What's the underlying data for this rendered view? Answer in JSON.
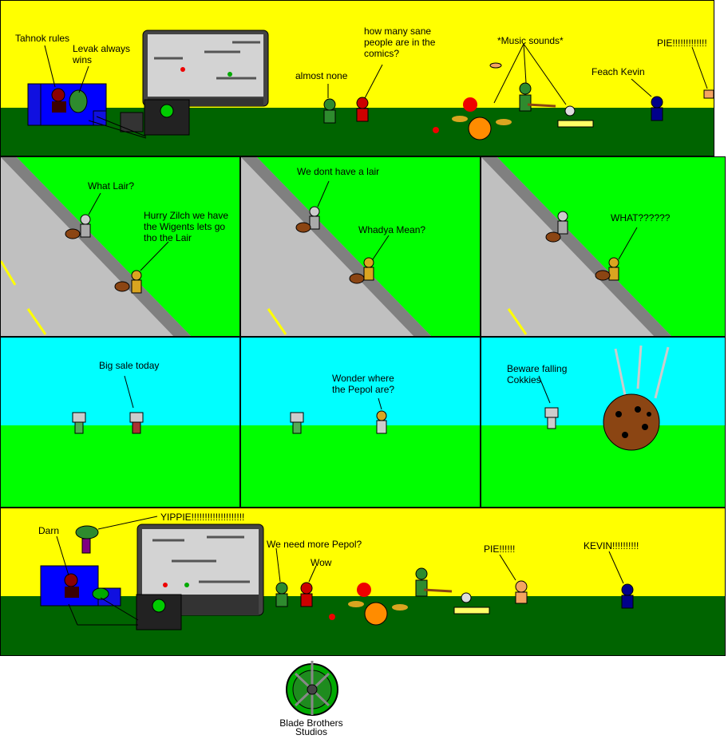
{
  "colors": {
    "sky_yellow": "#ffff00",
    "grass_dark": "#006400",
    "grass_green": "#00ff00",
    "sky_blue": "#00ffff",
    "road": "#c0c0c0",
    "curb": "#808080"
  },
  "panel1": {
    "t_tahnok": "Tahnok rules",
    "t_levak": "Levak always\nwins",
    "t_sane": "how many sane\npeople are in the\ncomics?",
    "t_almost": "almost none",
    "t_music": "*Music sounds*",
    "t_feach": "Feach Kevin",
    "t_pie": "PIE!!!!!!!!!!!!!"
  },
  "panel2": {
    "t_lair": "What Lair?",
    "t_hurry": "Hurry Zilch we have\nthe Wigents lets go\ntho the Lair"
  },
  "panel3": {
    "t_nolair": "We dont have a lair",
    "t_whadya": "Whadya Mean?"
  },
  "panel4": {
    "t_what": "WHAT??????"
  },
  "panel5": {
    "t_sale": "Big sale today"
  },
  "panel6": {
    "t_wonder": "Wonder where\nthe Pepol are?"
  },
  "panel7": {
    "t_beware": "Beware falling\nCokkies"
  },
  "panel8": {
    "t_darn": "Darn",
    "t_yippie": "YIPPIE!!!!!!!!!!!!!!!!!!!!",
    "t_more": "We need more Pepol?",
    "t_wow": "Wow",
    "t_pie": "PIE!!!!!!",
    "t_kevin": "KEVIN!!!!!!!!!!"
  },
  "footer": {
    "studio": "Blade Brothers\nStudios"
  }
}
